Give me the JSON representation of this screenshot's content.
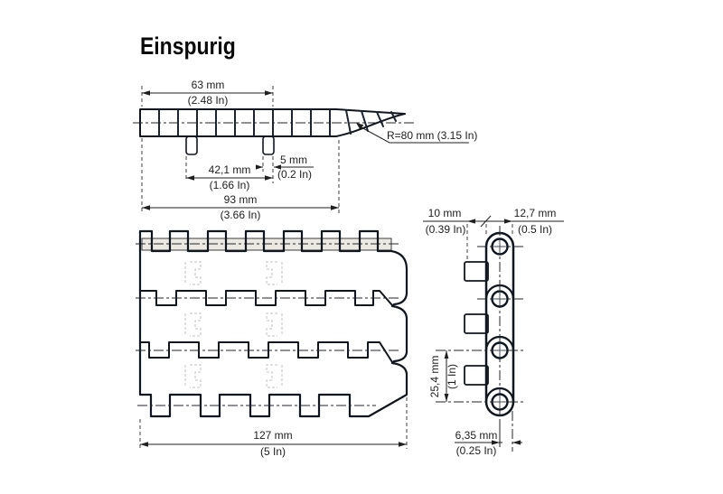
{
  "title": "Einspurig",
  "side_view": {
    "dim_63": "63 mm",
    "dim_63_in": "(2.48 In)",
    "dim_42": "42,1 mm",
    "dim_42_in": "(1.66 In)",
    "dim_5": "5 mm",
    "dim_5_in": "(0.2 In)",
    "dim_93": "93 mm",
    "dim_93_in": "(3.66 In)",
    "radius_label": "R=80 mm (3.15 In)"
  },
  "top_view": {
    "dim_127": "127 mm",
    "dim_127_in": "(5 In)"
  },
  "end_view": {
    "dim_10": "10 mm",
    "dim_10_in": "(0.39 In)",
    "dim_12_7": "12,7 mm",
    "dim_12_7_in": "(0.5 In)",
    "dim_25_4": "25,4 mm",
    "dim_25_4_in": "(1 In)",
    "dim_6_35": "6,35 mm",
    "dim_6_35_in": "(0.25 In)"
  },
  "colors": {
    "link_fill": "#4a5768",
    "link_light": "#6e8094",
    "link_dark": "#3a4757",
    "outline": "#10161f",
    "pin_fill": "#ece9e3",
    "text": "#1d1d1d"
  }
}
